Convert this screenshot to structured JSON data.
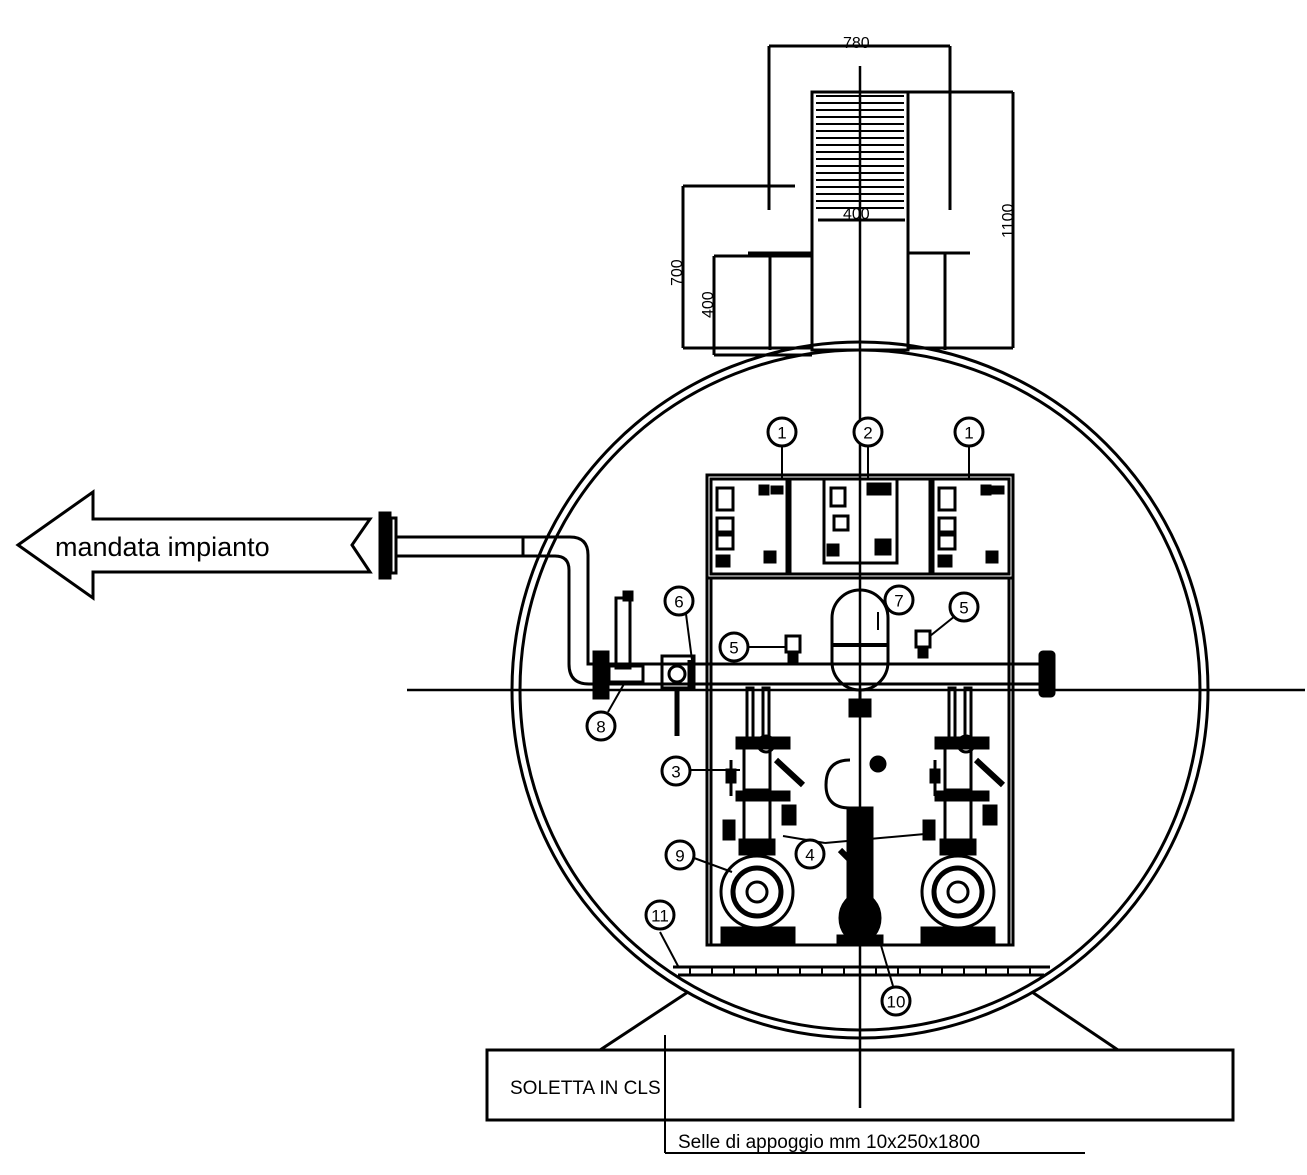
{
  "labels": {
    "outlet": "mandata impianto",
    "slab": "SOLETTA IN CLS",
    "saddles": "Selle di appoggio mm 10x250x1800"
  },
  "dimensions": {
    "top_width": "780",
    "inner_width": "400",
    "total_height": "1100",
    "left_height": "700",
    "left_inner_height": "400"
  },
  "callouts": [
    "1",
    "2",
    "1",
    "5",
    "7",
    "5",
    "6",
    "8",
    "3",
    "4",
    "9",
    "11",
    "10"
  ],
  "colors": {
    "line": "#000000",
    "background": "#ffffff"
  }
}
